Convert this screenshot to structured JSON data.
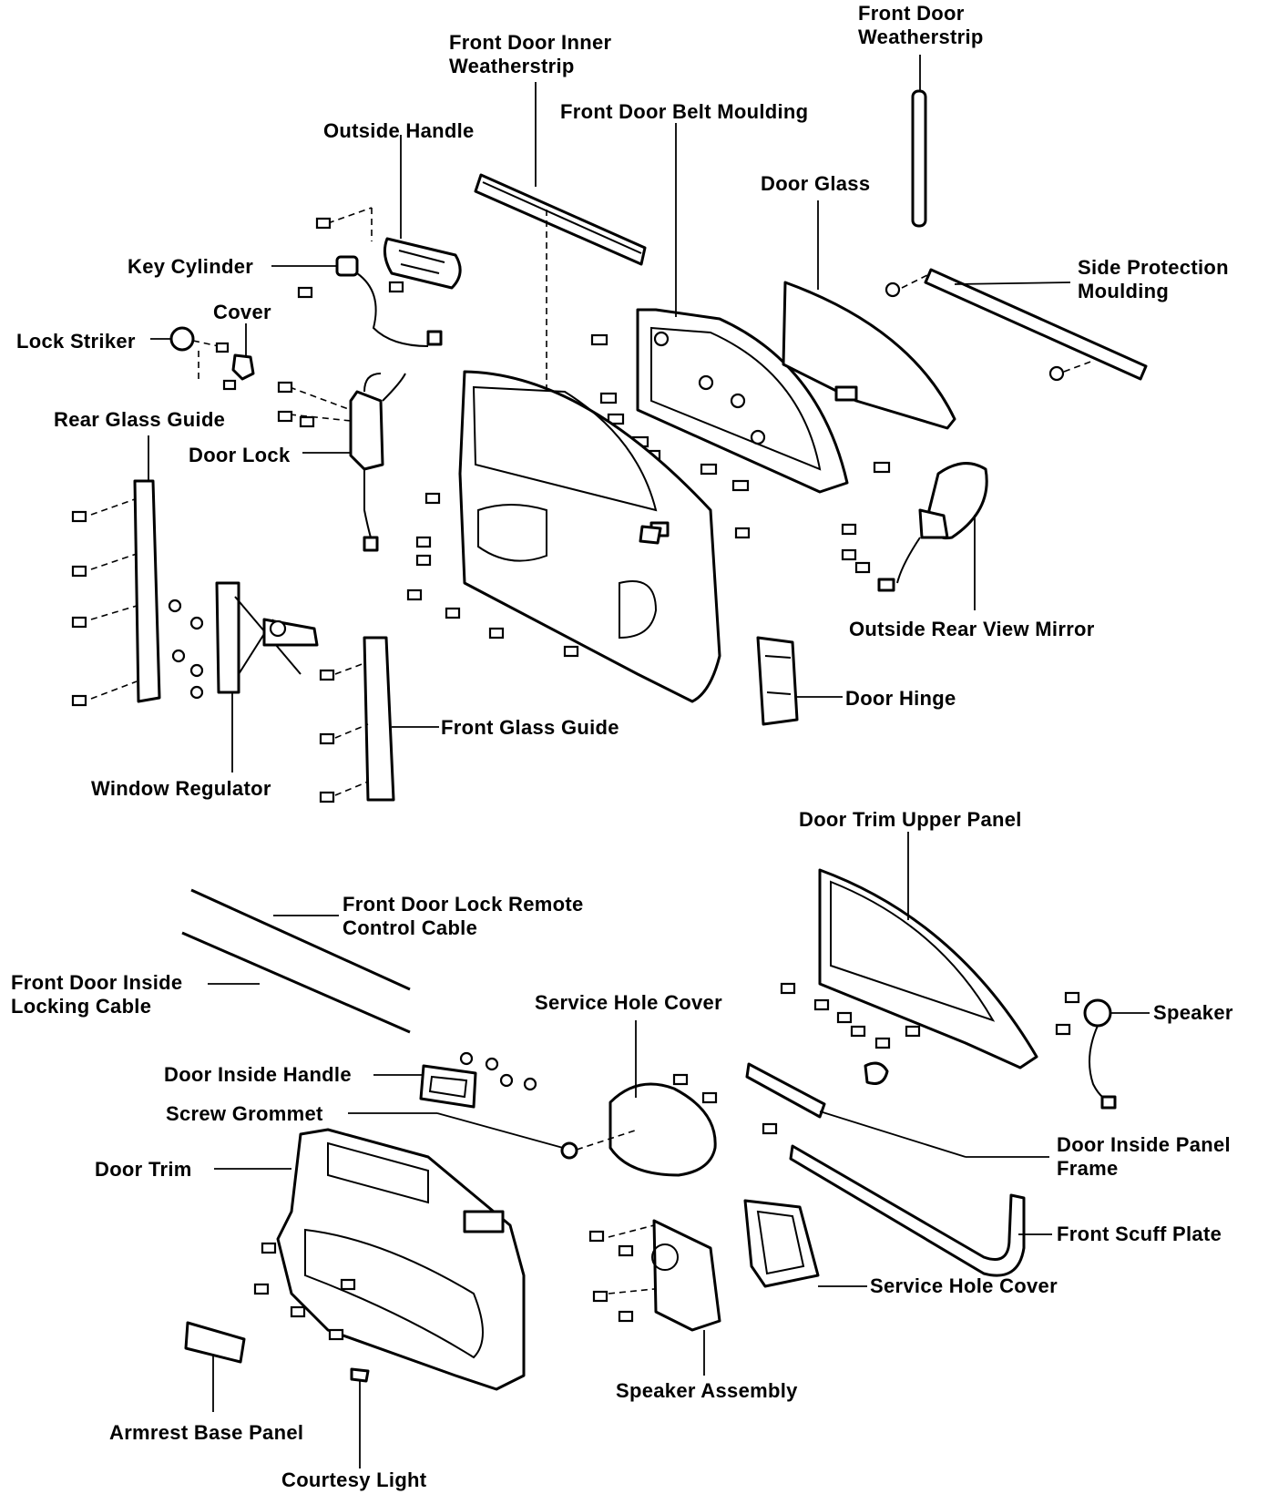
{
  "labels": {
    "front_door_weatherstrip": "Front Door\nWeatherstrip",
    "front_door_inner_weatherstrip": "Front Door Inner\nWeatherstrip",
    "front_door_belt_moulding": "Front Door Belt Moulding",
    "outside_handle": "Outside Handle",
    "door_glass": "Door Glass",
    "key_cylinder": "Key Cylinder",
    "side_protection_moulding": "Side Protection\nMoulding",
    "cover": "Cover",
    "lock_striker": "Lock Striker",
    "rear_glass_guide": "Rear Glass Guide",
    "door_lock": "Door Lock",
    "outside_rear_view_mirror": "Outside Rear View Mirror",
    "door_hinge": "Door Hinge",
    "front_glass_guide": "Front Glass Guide",
    "window_regulator": "Window Regulator",
    "door_trim_upper_panel": "Door Trim Upper Panel",
    "front_door_lock_remote_control_cable": "Front Door Lock Remote\nControl Cable",
    "front_door_inside_locking_cable": "Front Door Inside\nLocking Cable",
    "service_hole_cover_upper": "Service Hole Cover",
    "speaker": "Speaker",
    "door_inside_handle": "Door Inside Handle",
    "screw_grommet": "Screw Grommet",
    "door_inside_panel_frame": "Door Inside Panel\nFrame",
    "door_trim": "Door Trim",
    "front_scuff_plate": "Front Scuff Plate",
    "service_hole_cover_lower": "Service Hole Cover",
    "speaker_assembly": "Speaker Assembly",
    "armrest_base_panel": "Armrest Base Panel",
    "courtesy_light": "Courtesy Light"
  }
}
